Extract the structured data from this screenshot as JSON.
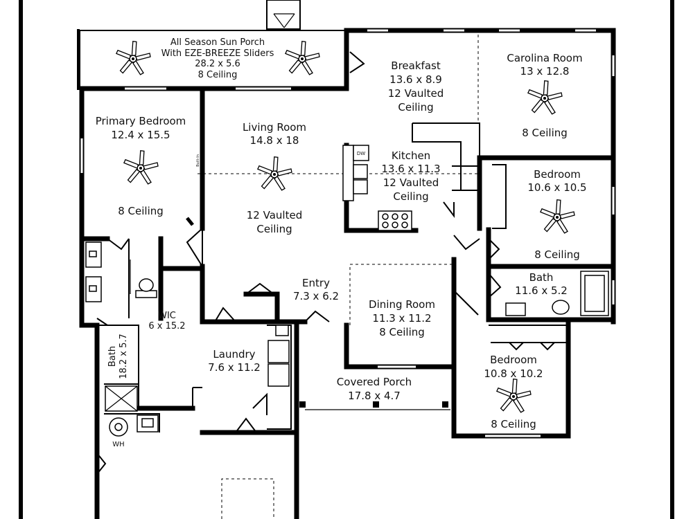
{
  "rooms": {
    "sun_porch": {
      "name": "All Season Sun Porch",
      "sub": "With EZE-BREEZE Sliders",
      "dims": "28.2 x 5.6",
      "ceiling": "8 Ceiling"
    },
    "breakfast": {
      "name": "Breakfast",
      "dims": "13.6 x 8.9",
      "ceiling1": "12 Vaulted",
      "ceiling2": "Ceiling"
    },
    "carolina": {
      "name": "Carolina Room",
      "dims": "13 x 12.8",
      "ceiling": "8 Ceiling"
    },
    "primary_bedroom": {
      "name": "Primary Bedroom",
      "dims": "12.4 x 15.5",
      "ceiling": "8 Ceiling"
    },
    "living": {
      "name": "Living Room",
      "dims": "14.8 x 18",
      "ceiling1": "12 Vaulted",
      "ceiling2": "Ceiling"
    },
    "kitchen": {
      "name": "Kitchen",
      "dims": "13.6 x 11.3",
      "ceiling1": "12 Vaulted",
      "ceiling2": "Ceiling",
      "dw": "DW"
    },
    "bedroom_right": {
      "name": "Bedroom",
      "dims": "10.6 x 10.5",
      "ceiling": "8 Ceiling"
    },
    "bath_right": {
      "name": "Bath",
      "dims": "11.6 x 5.2"
    },
    "entry": {
      "name": "Entry",
      "dims": "7.3 x 6.2"
    },
    "dining": {
      "name": "Dining Room",
      "dims": "11.3 x 11.2",
      "ceiling": "8 Ceiling"
    },
    "wic": {
      "name": "WIC",
      "dims": "6 x 15.2"
    },
    "laundry": {
      "name": "Laundry",
      "dims": "7.6 x 11.2"
    },
    "bath_left": {
      "name": "Bath",
      "dims": "18.2 x 5.7"
    },
    "covered_porch": {
      "name": "Covered Porch",
      "dims": "17.8 x 4.7"
    },
    "bedroom_bottom": {
      "name": "Bedroom",
      "dims": "10.8 x 10.2",
      "ceiling": "8 Ceiling"
    },
    "water_heater": {
      "name": "WH"
    },
    "builtin": {
      "name": "Built-In"
    }
  }
}
